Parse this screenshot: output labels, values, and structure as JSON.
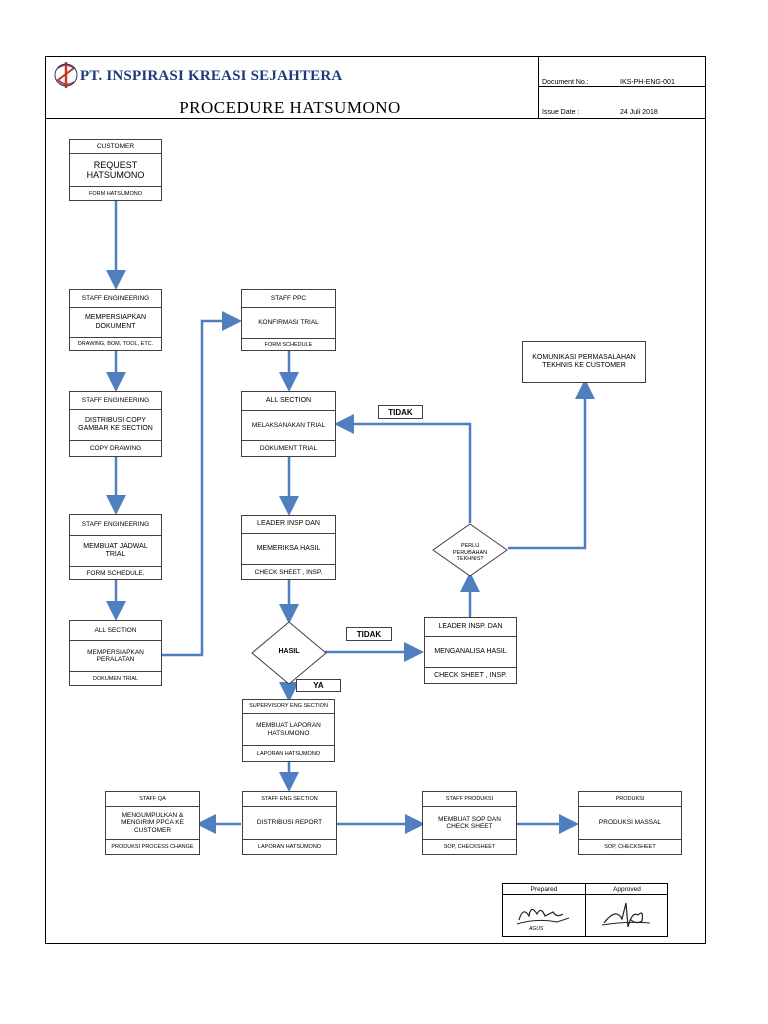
{
  "header": {
    "company": "PT. INSPIRASI KREASI SEJAHTERA",
    "title": "PROCEDURE HATSUMONO",
    "document_no_label": "Document No.:",
    "document_no_value": "IKS-PH-ENG-001",
    "issue_date_label": "Issue Date :",
    "issue_date_value": "24 Juli 2018",
    "logo_icon": "company-logo-icon"
  },
  "boxes": {
    "customer": {
      "role": "CUSTOMER",
      "action": "REQUEST HATSUMONO",
      "doc": "FORM HATSUMONO"
    },
    "eng1": {
      "role": "STAFF ENGINEERING",
      "action": "MEMPERSIAPKAN DOKUMENT",
      "doc": "DRAWING, BOM, TOOL, ETC."
    },
    "eng2": {
      "role": "STAFF ENGINEERING",
      "action": "DISTRIBUSI COPY GAMBAR KE SECTION",
      "doc": "COPY DRAWING"
    },
    "eng3": {
      "role": "STAFF ENGINEERING",
      "action": "MEMBUAT JADWAL TRIAL",
      "doc": "FORM SCHEDULE."
    },
    "all1": {
      "role": "ALL SECTION",
      "action": "MEMPERSIAPKAN PERALATAN",
      "doc": "DOKUMEN TRIAL"
    },
    "ppc": {
      "role": "STAFF PPC",
      "action": "KONFIRMASI TRIAL",
      "doc": "FORM SCHEDULE"
    },
    "all2": {
      "role": "ALL SECTION",
      "action": "MELAKSANAKAN TRIAL",
      "doc": "DOKUMENT TRIAL"
    },
    "insp1": {
      "role": "LEADER INSP DAN",
      "action": "MEMERIKSA HASIL",
      "doc": "CHECK SHEET , INSP."
    },
    "insp2": {
      "role": "LEADER INSP. DAN",
      "action": "MENGANALISA HASIL",
      "doc": "CHECK SHEET , INSP."
    },
    "komunikasi": {
      "action": "KOMUNIKASI PERMASALAHAN TEKHNIS KE CUSTOMER"
    },
    "spv": {
      "role": "SUPERVISORY ENG SECTION",
      "action": "MEMBUAT LAPORAN HATSUMONO",
      "doc": "LAPORAN HATSUMONO"
    },
    "qa": {
      "role": "STAFF QA",
      "action": "MENGUMPULKAN & MENGIRIM PPCA KE CUSTOMER",
      "doc": "PRODUKSI PROCESS CHANGE"
    },
    "distribusi": {
      "role": "STAFF ENG SECTION",
      "action": "DISTRIBUSI REPORT",
      "doc": "LAPORAN HATSUMONO"
    },
    "staffprod": {
      "role": "STAFF PRODUKSI",
      "action": "MEMBUAT SOP DAN CHECK SHEET",
      "doc": "SOP, CHECKSHEET"
    },
    "produksi": {
      "role": "PRODUKSI",
      "action": "PRODUKSI MASSAL",
      "doc": "SOP, CHECKSHEET"
    }
  },
  "decisions": {
    "hasil": "HASIL",
    "perubahan": "PERLU PERUBAHAN TEKHNIS?"
  },
  "labels": {
    "tidak1": "TIDAK",
    "tidak2": "TIDAK",
    "ya": "YA"
  },
  "signature": {
    "prepared": "Prepared",
    "approved": "Approved",
    "prepared_name": "AGUS"
  },
  "colors": {
    "arrow": "#4f7fbf",
    "company": "#1f3a7a",
    "logo": "#c0392b"
  }
}
